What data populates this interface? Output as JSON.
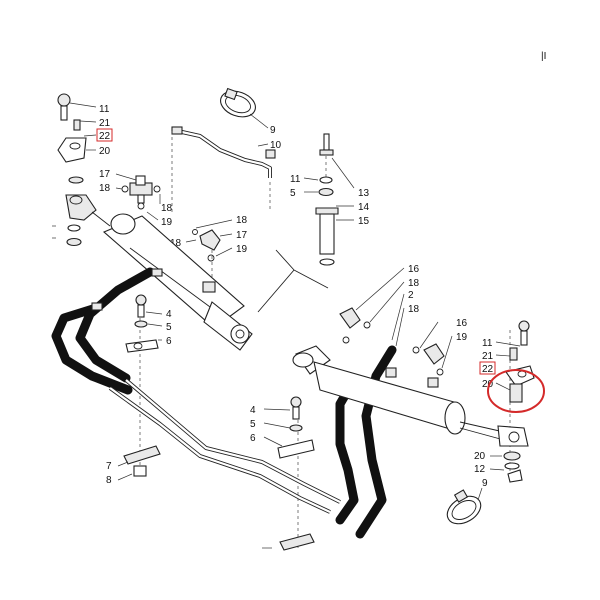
{
  "corner_mark": "|I",
  "labels": {
    "c11": "11",
    "c21": "21",
    "c22": "22",
    "c20": "20",
    "c9": "9",
    "c10": "10",
    "c17": "17",
    "c18a": "18",
    "c18b": "18",
    "c19a": "19",
    "c18c": "18",
    "c17b": "17",
    "c18d": "18",
    "c19b": "19",
    "c11b": "11",
    "c5a": "5",
    "c13": "13",
    "c14": "14",
    "c15": "15",
    "c4a": "4",
    "c5b": "5",
    "c6a": "6",
    "c16a": "16",
    "c18e": "18",
    "c2": "2",
    "c18f": "18",
    "c16b": "16",
    "c19c": "19",
    "c11r": "11",
    "c21r": "21",
    "c22r": "22",
    "c20r": "20",
    "c4b": "4",
    "c5c": "5",
    "c6b": "6",
    "c7": "7",
    "c8": "8",
    "c20b": "20",
    "c12": "12",
    "c9b": "9"
  },
  "highlight_color": "#d42a2a"
}
